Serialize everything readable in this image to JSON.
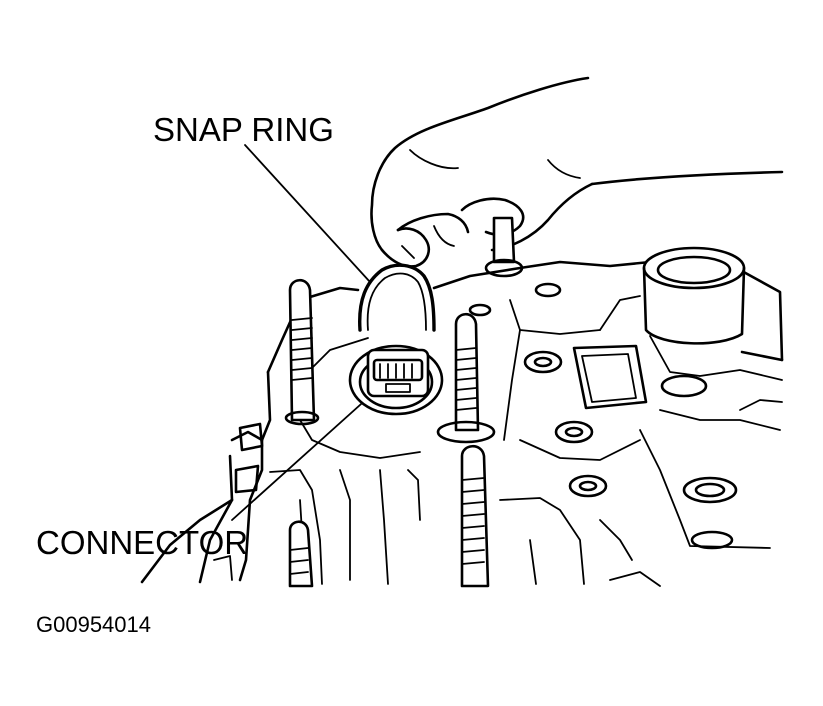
{
  "labels": {
    "snap_ring": "SNAP RING",
    "connector": "CONNECTOR",
    "figure_code": "G00954014"
  }
}
